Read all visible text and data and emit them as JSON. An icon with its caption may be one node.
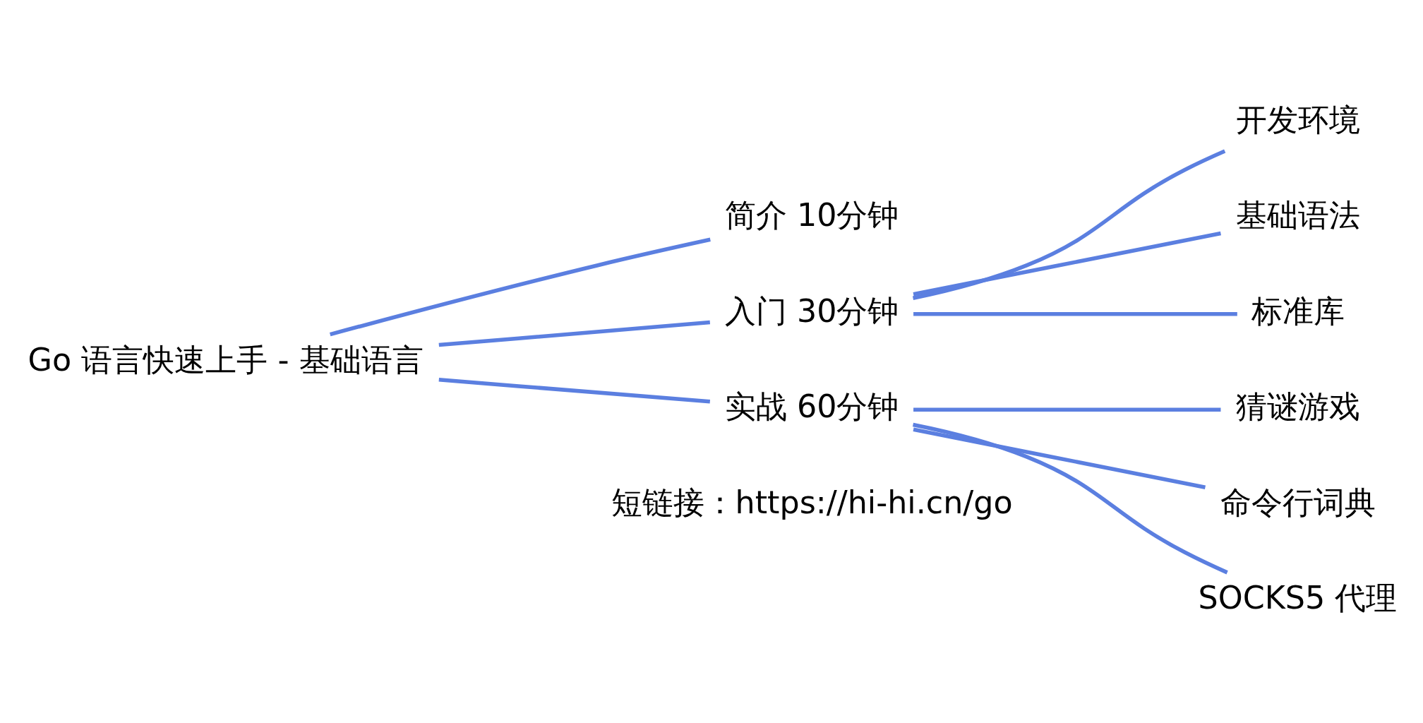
{
  "diagram": {
    "nodes": [
      {
        "text": [
          "Go 语言快速上手 - 基础语言"
        ]
      },
      {
        "text": [
          "简介 10分钟"
        ]
      },
      {
        "text": [
          "入门 30分钟"
        ]
      },
      {
        "text": [
          "实战 60分钟"
        ]
      },
      {
        "text": [
          "开发环境"
        ]
      },
      {
        "text": [
          "基础语法"
        ]
      },
      {
        "text": [
          "标准库"
        ]
      },
      {
        "text": [
          "猜谜游戏"
        ]
      },
      {
        "text": [
          "命令行词典"
        ]
      },
      {
        "text": [
          "SOCKS5 代理"
        ]
      }
    ],
    "edges": [
      {
        "from": 0,
        "to": 1,
        "arrow": "none"
      },
      {
        "from": 0,
        "to": 2,
        "arrow": "none"
      },
      {
        "from": 0,
        "to": 3,
        "arrow": "none"
      },
      {
        "from": 2,
        "to": 4,
        "arrow": "none"
      },
      {
        "from": 2,
        "to": 5,
        "arrow": "none"
      },
      {
        "from": 2,
        "to": 6,
        "arrow": "none"
      },
      {
        "from": 3,
        "to": 7,
        "arrow": "none"
      },
      {
        "from": 3,
        "to": 8,
        "arrow": "none"
      },
      {
        "from": 3,
        "to": 9,
        "arrow": "none"
      }
    ],
    "labels": [
      "短链接：https://hi-hi.cn/go"
    ]
  }
}
